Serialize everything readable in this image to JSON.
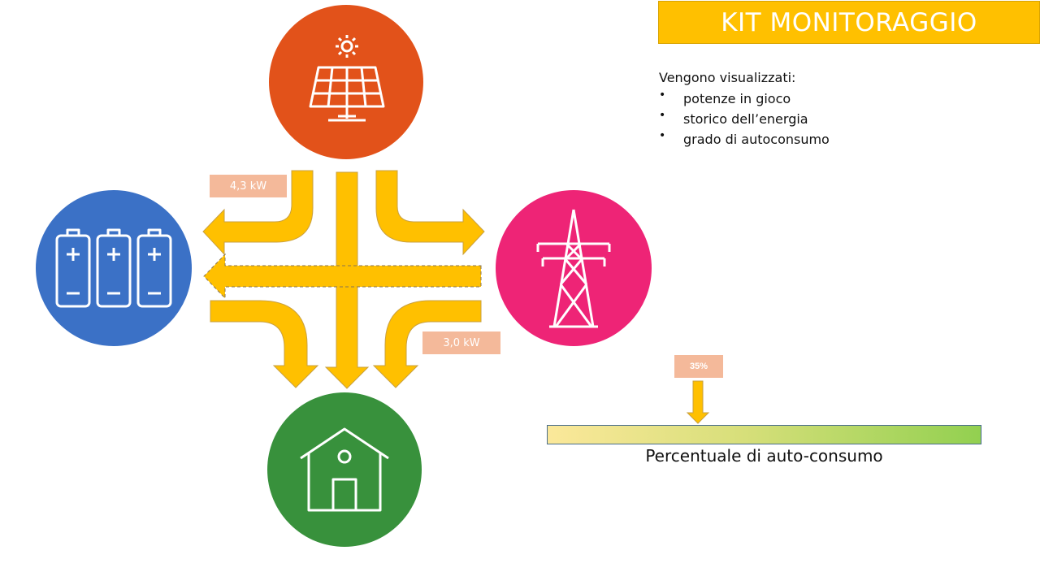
{
  "header": {
    "title": "KIT MONITORAGGIO"
  },
  "info": {
    "heading": "Vengono visualizzati:",
    "items": [
      "potenze in gioco",
      "storico dell’energia",
      "grado di autoconsumo"
    ]
  },
  "nodes": {
    "solar": {
      "icon": "solar-panel-icon",
      "color": "#e2521a"
    },
    "battery": {
      "icon": "battery-icon",
      "color": "#3b71c6"
    },
    "grid": {
      "icon": "power-pylon-icon",
      "color": "#ee2476"
    },
    "home": {
      "icon": "house-icon",
      "color": "#38913c"
    }
  },
  "flows": {
    "solar_to_battery_label": "4,3 kW",
    "grid_to_home_label": "3,0 kW",
    "arrow_color": "#ffc000"
  },
  "self_consumption": {
    "percent_label": "35%",
    "value": 35,
    "caption": "Percentuale di auto-consumo",
    "color_low": "#fbe89a",
    "color_high": "#92d050"
  }
}
